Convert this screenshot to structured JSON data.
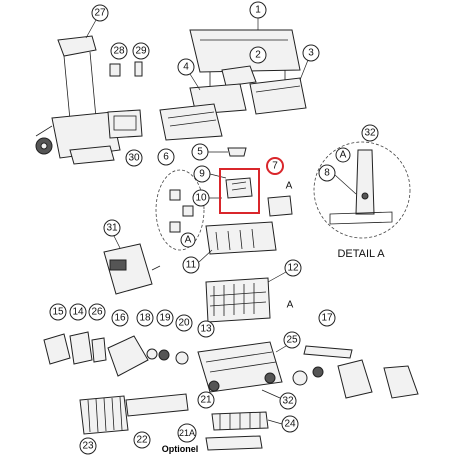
{
  "callouts": {
    "p1": "1",
    "p2": "2",
    "p3": "3",
    "p4": "4",
    "p5": "5",
    "p6": "6",
    "p7": "7",
    "p8": "8",
    "p9": "9",
    "p10": "10",
    "p11": "11",
    "p12": "12",
    "p13": "13",
    "p14": "14",
    "p15": "15",
    "p16": "16",
    "p17": "17",
    "p18": "18",
    "p19": "19",
    "p20": "20",
    "p21": "21",
    "p21a": "21A",
    "p22": "22",
    "p23": "23",
    "p24": "24",
    "p25": "25",
    "p26": "26",
    "p27": "27",
    "p28": "28",
    "p29": "29",
    "p30": "30",
    "p31": "31",
    "p32a": "32",
    "p32b": "32"
  },
  "detail_markers": {
    "a1": "A",
    "a2": "A",
    "a3": "A",
    "a4": "A"
  },
  "detail_title": "DETAIL A",
  "optional_label": "Optionel",
  "colors": {
    "highlight": "#d9262b",
    "line": "#222222",
    "fill": "#f2f2f2"
  }
}
